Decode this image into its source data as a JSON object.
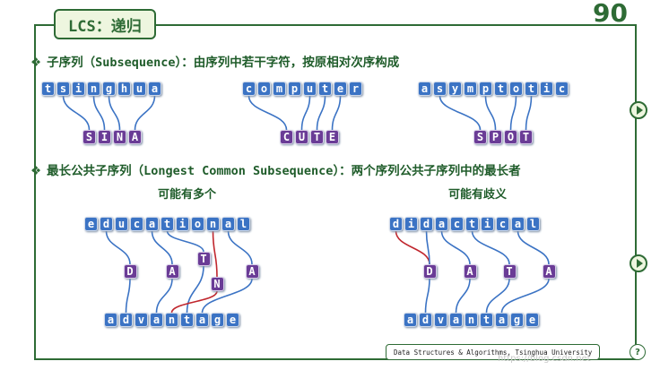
{
  "slide": {
    "title": "LCS：递归",
    "page_number": "90"
  },
  "bullet1": {
    "prefix": "子序列（",
    "term": "Subsequence",
    "suffix": "）：由序列中若干字符，按原相对次序构成"
  },
  "bullet2": {
    "prefix": "最长公共子序列（",
    "term": "Longest Common Subsequence",
    "suffix": "）：两个序列公共子序列中的最长者"
  },
  "examples": [
    {
      "word": [
        "t",
        "s",
        "i",
        "n",
        "g",
        "h",
        "u",
        "a"
      ],
      "sub": [
        "S",
        "I",
        "N",
        "A"
      ]
    },
    {
      "word": [
        "c",
        "o",
        "m",
        "p",
        "u",
        "t",
        "e",
        "r"
      ],
      "sub": [
        "C",
        "U",
        "T",
        "E"
      ]
    },
    {
      "word": [
        "a",
        "s",
        "y",
        "m",
        "p",
        "t",
        "o",
        "t",
        "i",
        "c"
      ],
      "sub": [
        "S",
        "P",
        "O",
        "T"
      ]
    }
  ],
  "left_case": {
    "caption": "可能有多个",
    "top": [
      "e",
      "d",
      "u",
      "c",
      "a",
      "t",
      "i",
      "o",
      "n",
      "a",
      "l"
    ],
    "middle": [
      "D",
      "A",
      "T",
      "A"
    ],
    "extra_top": "T",
    "extra_mid": "N",
    "bottom": [
      "a",
      "d",
      "v",
      "a",
      "n",
      "t",
      "a",
      "g",
      "e"
    ]
  },
  "right_case": {
    "caption": "可能有歧义",
    "top": [
      "d",
      "i",
      "d",
      "a",
      "c",
      "t",
      "i",
      "c",
      "a",
      "l"
    ],
    "middle": [
      "D",
      "A",
      "T",
      "A"
    ],
    "bottom": [
      "a",
      "d",
      "v",
      "a",
      "n",
      "t",
      "a",
      "g",
      "e"
    ]
  },
  "footer": "Data Structures & Algorithms, Tsinghua University",
  "help_mark": "?",
  "watermark": "https://blog.csdn.net",
  "colors": {
    "accent": "#2e6b35",
    "cell_blue": "#3b73c4",
    "cell_purple": "#6a3c96",
    "link": "#3b73c4",
    "link_alt": "#c0262d"
  }
}
